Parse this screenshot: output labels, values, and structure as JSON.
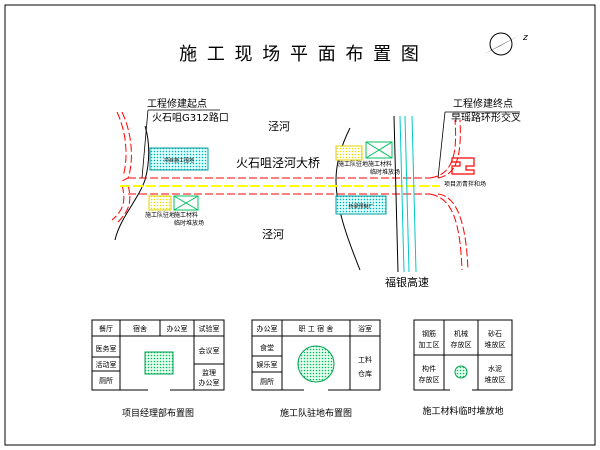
{
  "title": "施 工 现 场 平 面 布 置 图",
  "compass_letter": "z",
  "start": {
    "title": "工程修建起点",
    "sub": "火石咀G312路口"
  },
  "end": {
    "title": "工程修建终点",
    "sub": "早瑶路环形交叉"
  },
  "river_label_north": "泾河",
  "river_label_south": "泾河",
  "bridge_label": "火石咀泾河大桥",
  "highway_label": "福银高速",
  "site_labels": {
    "project_dept_w": "项目施工围地",
    "crew_w": "施工队驻地",
    "material_w": "施工材料",
    "material_w_2": "临时堆放场",
    "crew_e": "施工队驻地",
    "material_e": "施工材料",
    "material_e_2": "临时堆放场",
    "factory_e": "桥梁预制厂",
    "pile_far_e": "项目沥青拌和场"
  },
  "layout1": {
    "caption": "项目经理部布置图",
    "rooms": {
      "canteen": "餐厅",
      "dorm": "宿舍",
      "office_top": "办公室",
      "test_room": "试验室",
      "clinic": "医务室",
      "activity": "活动室",
      "toilet": "厕所",
      "meeting": "会议室",
      "supervision_1": "监理",
      "supervision_2": "办公室"
    }
  },
  "layout2": {
    "caption": "施工队驻地布置图",
    "rooms": {
      "office": "办公室",
      "staff_dorm": "职 工 宿 舍",
      "bath": "浴室",
      "canteen": "食堂",
      "recreation": "娱乐室",
      "toilet": "厕所",
      "storage_1": "工料",
      "storage_2": "仓库"
    }
  },
  "layout3": {
    "caption": "施工材料临时堆放地",
    "cells": {
      "steel_1": "钢筋",
      "steel_2": "加工区",
      "machine_1": "机械",
      "machine_2": "存放区",
      "sand_1": "砂石",
      "sand_2": "堆放区",
      "component_1": "构件",
      "component_2": "存放区",
      "cement_1": "水泥",
      "cement_2": "堆放区"
    }
  },
  "colors": {
    "road_dashed": "#ff0000",
    "centerline": "#ffff00",
    "water": "#00c8c8",
    "zone_fill": "#00ff80",
    "yellow_fill": "#ffff66",
    "facility": "#ff0000"
  }
}
